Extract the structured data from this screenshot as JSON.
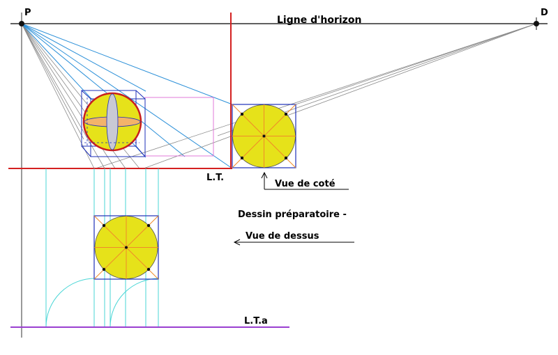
{
  "labels": {
    "point_p": "P",
    "point_d": "D",
    "horizon_line": "Ligne d'horizon",
    "ground_line": "L.T.",
    "side_view": "Vue de coté",
    "prep_drawing": "Dessin préparatoire -",
    "top_view": "Vue de dessus",
    "ground_line_a": "L.T.a"
  },
  "colors": {
    "background": "#ffffff",
    "horizon": "#000000",
    "ground_line": "#d42020",
    "ground_line_a": "#9a3fd0",
    "projection_blue": "#2a8fd8",
    "projection_grey": "#8a8a8a",
    "construction_cyan": "#49d6d6",
    "square_outline": "#1d2fb8",
    "circle_fill": "#e6e21a",
    "circle_outline": "#c81e1e",
    "construction_orange": "#f08a2a",
    "ellipse_fill": "#c9c9d4",
    "ellipse_fill_orange": "#f3b36a",
    "pink_box": "#e07ad8"
  }
}
